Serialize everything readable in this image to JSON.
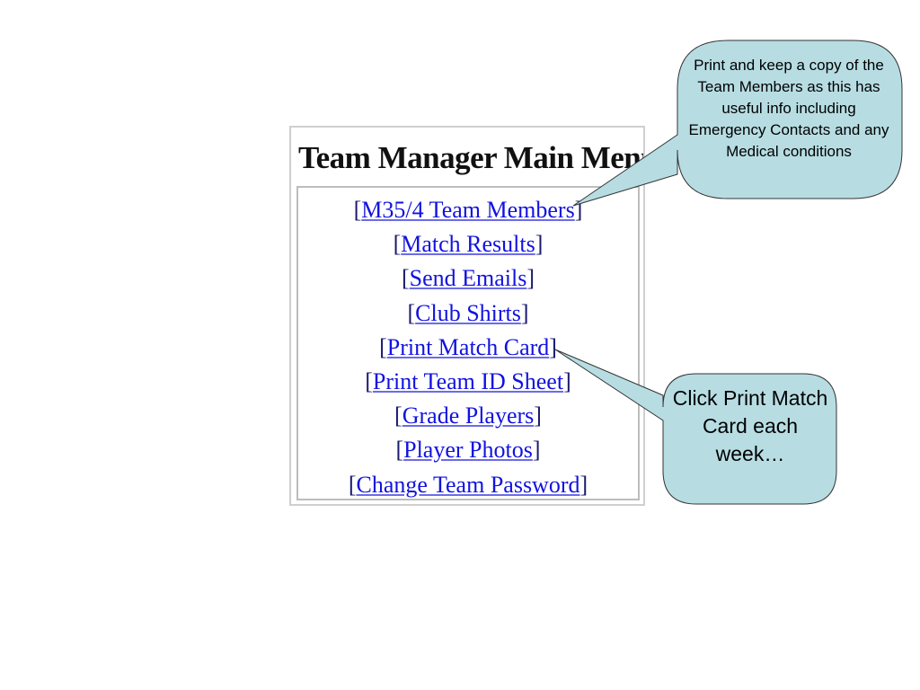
{
  "menu": {
    "title": "Team Manager Main Menu",
    "items": [
      {
        "open": "[",
        "label": "M35/4 Team Members",
        "close": "]"
      },
      {
        "open": "[",
        "label": "Match Results",
        "close": "]"
      },
      {
        "open": "[",
        "label": "Send Emails",
        "close": "]"
      },
      {
        "open": "[",
        "label": "Club Shirts",
        "close": "]"
      },
      {
        "open": "[",
        "label": "Print Match Card",
        "close": "]"
      },
      {
        "open": "[",
        "label": "Print Team ID Sheet",
        "close": "]"
      },
      {
        "open": "[",
        "label": "Grade Players",
        "close": "]"
      },
      {
        "open": "[",
        "label": "Player Photos",
        "close": "]"
      },
      {
        "open": "[",
        "label": "Change Team Password",
        "close": "]"
      }
    ]
  },
  "callouts": {
    "team_members_note": "Print and keep a copy of the Team Members as this has useful info including Emergency Contacts and any Medical conditions",
    "match_card_note": "Click Print Match Card each week…"
  },
  "colors": {
    "link": "#1212e0",
    "callout_fill": "#b7dde3",
    "callout_stroke": "#333333",
    "panel_border": "#cfcfcf"
  }
}
